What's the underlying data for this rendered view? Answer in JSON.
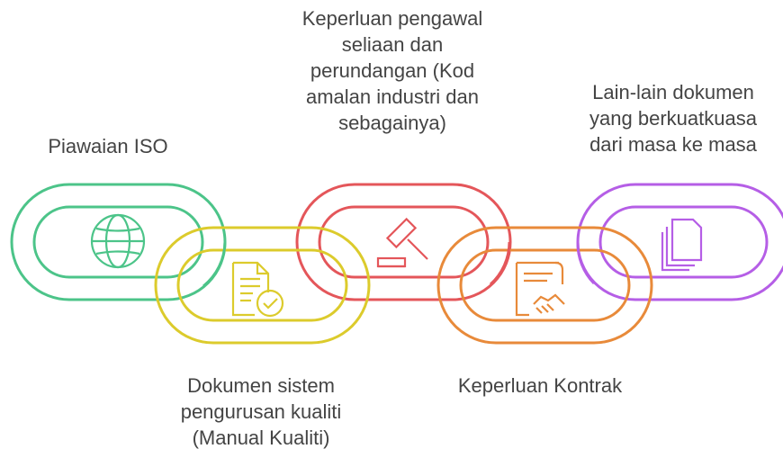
{
  "colors": {
    "green": "#4cc489",
    "yellow": "#dccb2c",
    "red": "#e4565a",
    "orange": "#e88a3a",
    "purple": "#b55ee6"
  },
  "links": [
    {
      "name": "piawaian-iso",
      "color": "green",
      "icon": "globe-icon"
    },
    {
      "name": "dokumen-sistem",
      "color": "yellow",
      "icon": "document-check-icon"
    },
    {
      "name": "keperluan-pengawal",
      "color": "red",
      "icon": "gavel-icon"
    },
    {
      "name": "keperluan-kontrak",
      "color": "orange",
      "icon": "contract-handshake-icon"
    },
    {
      "name": "lain-lain-dokumen",
      "color": "purple",
      "icon": "stacked-documents-icon"
    }
  ],
  "labels": {
    "piawaian_iso": [
      "Piawaian ISO"
    ],
    "dokumen_sistem": [
      "Dokumen sistem",
      "pengurusan kualiti",
      "(Manual Kualiti)"
    ],
    "keperluan_pengawal": [
      "Keperluan pengawal",
      "seliaan dan",
      "perundangan (Kod",
      "amalan industri dan",
      "sebagainya)"
    ],
    "keperluan_kontrak": [
      "Keperluan Kontrak"
    ],
    "lain_lain": [
      "Lain-lain dokumen",
      "yang berkuatkuasa",
      "dari masa ke masa"
    ]
  }
}
